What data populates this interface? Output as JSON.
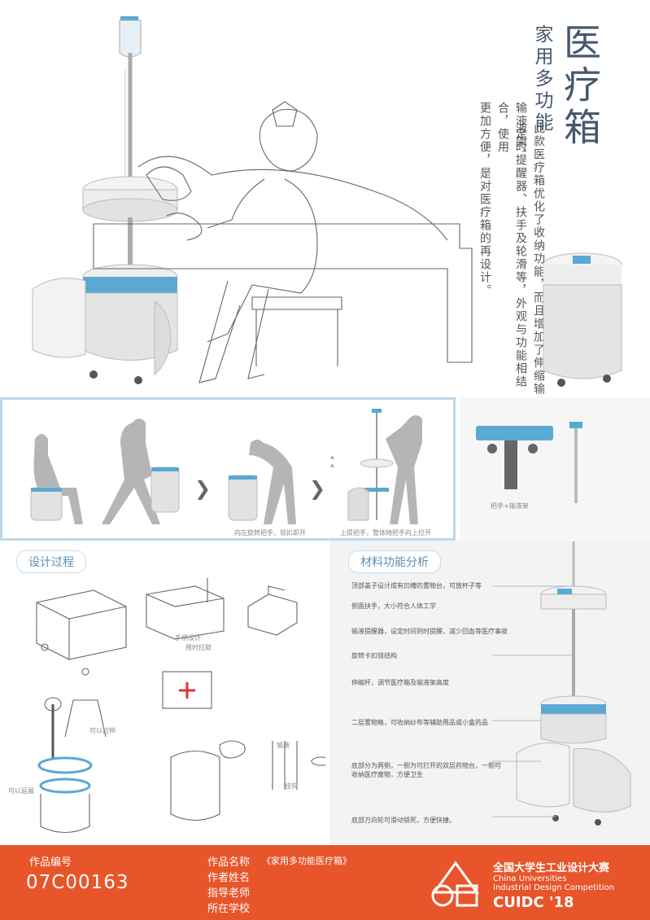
{
  "title": {
    "main": "医疗箱",
    "sub": "家用多功能"
  },
  "description": [
    "此款医疗箱优化了收纳功能，而且增加了伸缩输液架、",
    "输液定时提醒器、扶手及轮滑等，外观与功能相结合，使用",
    "更加方便，是对医疗箱的再设计。"
  ],
  "usage_captions": {
    "step3": "向左旋转把手，锁扣即开",
    "step4": "上提把手，整体随把手向上拉开",
    "handle": "把手+输液架"
  },
  "sections": {
    "design_process": "设计过程",
    "materials": "材料功能分析"
  },
  "material_notes": [
    "顶部盖子设计成有凹槽的置物台，可放杯子等",
    "侧面扶手，大小符合人体工学",
    "输液提醒器，设定时间到时提醒，减少回血等医疗事故",
    "旋转卡扣锁结构",
    "伸缩杆，调节医疗箱及输液架高度",
    "二层置物格，可收纳纱布等辅助用品或小盒药品",
    "底部分为两侧，一侧为可打开的双层药物台，一侧可收纳医疗废物，方便卫生",
    "底部万向轮可滑动锁死，方便快捷。"
  ],
  "sketch_notes": {
    "a": "手柄设计",
    "b": "用时拉取",
    "c": "可以拉伸",
    "d": "可以延展",
    "e": "输液",
    "f": "挂钩"
  },
  "footer": {
    "work_no_label": "作品编号",
    "work_no": "07C00163",
    "name_label": "作品名称",
    "name_value": "《家用多功能医疗箱》",
    "author_label": "作者姓名",
    "teacher_label": "指导老师",
    "school_label": "所在学校",
    "comp_cn": "全国大学生工业设计大赛",
    "comp_en1": "China Universities",
    "comp_en2": "Industrial Design Competition",
    "comp_short": "CUIDC '18"
  },
  "colors": {
    "accent_blue": "#5aa9d4",
    "footer_orange": "#e8552b",
    "title_blue": "#46586e"
  },
  "icons": [
    "chevron-right-icon",
    "double-chevron-up-icon",
    "competition-logo-icon"
  ]
}
